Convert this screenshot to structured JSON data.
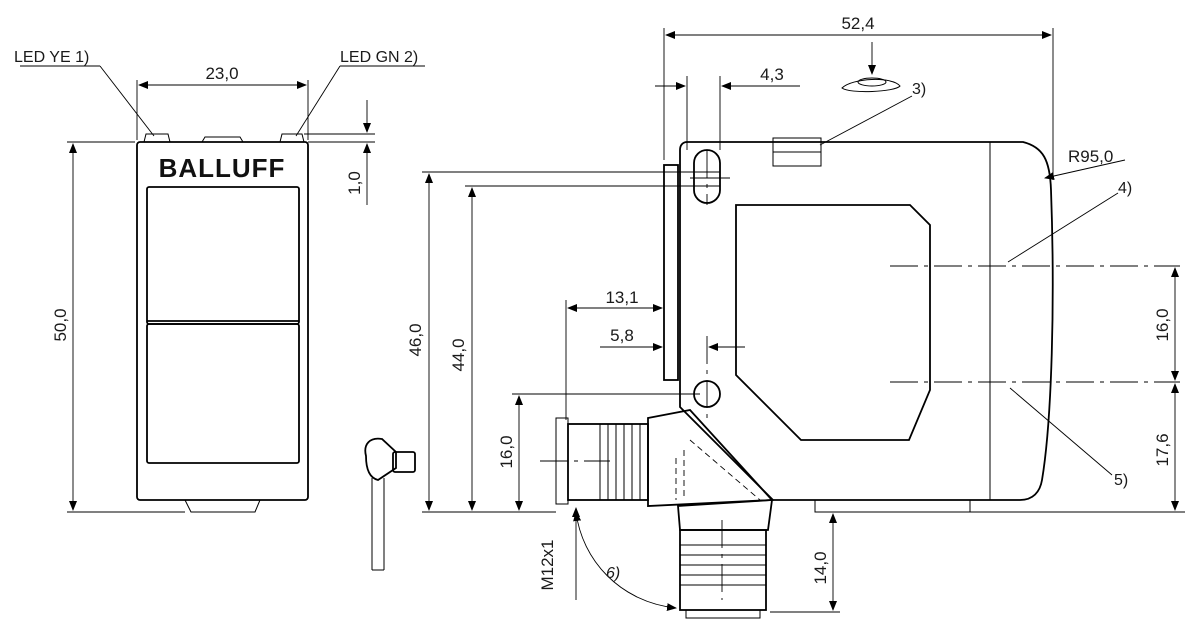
{
  "front_view": {
    "brand": "BALLUFF",
    "led_ye": "LED YE 1)",
    "led_gn": "LED GN 2)",
    "dim_width": "23,0",
    "dim_height": "50,0",
    "dim_led": "1,0"
  },
  "side_view": {
    "dim_length": "52,4",
    "dim_hole_offset": "4,3",
    "radius": "R95,0",
    "dim_46": "46,0",
    "dim_44": "44,0",
    "dim_13_1": "13,1",
    "dim_5_8": "5,8",
    "dim_16_conn": "16,0",
    "dim_16_optic": "16,0",
    "dim_17_6": "17,6",
    "dim_14": "14,0",
    "thread": "M12x1"
  },
  "notes": {
    "n3": "3)",
    "n4": "4)",
    "n5": "5)",
    "n6": "6)"
  }
}
